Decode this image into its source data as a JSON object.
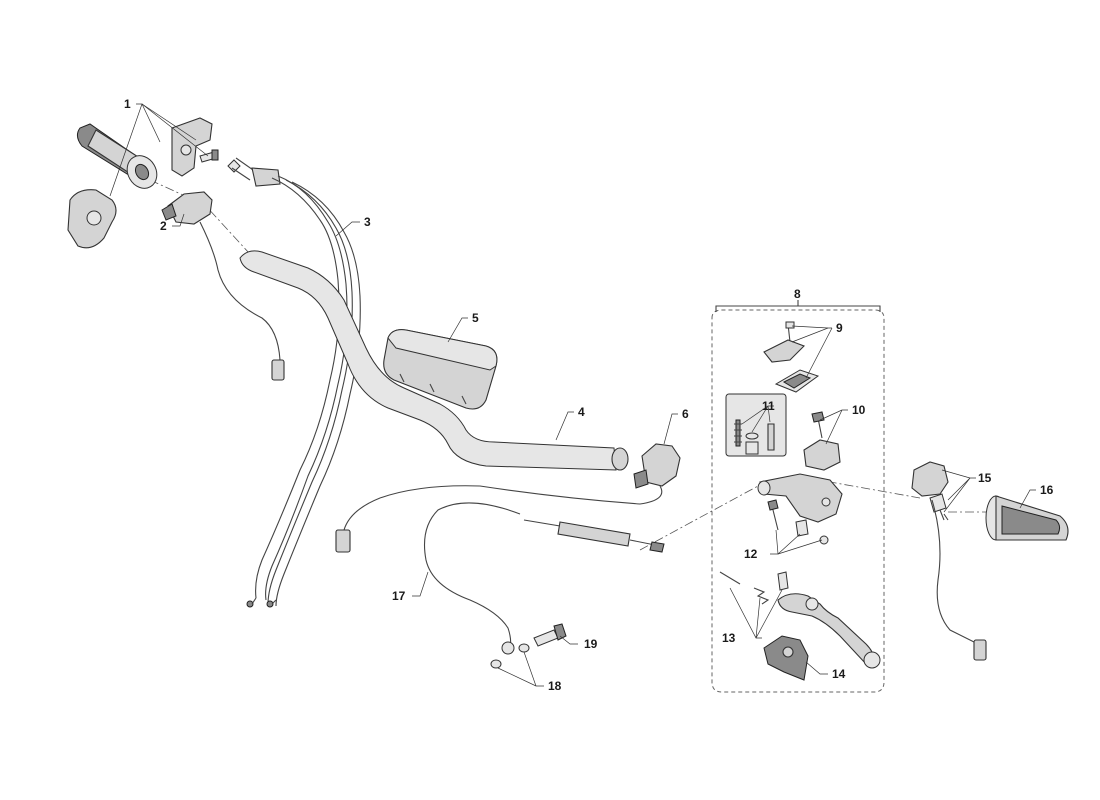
{
  "callouts": {
    "c1": "1",
    "c2": "2",
    "c3": "3",
    "c4": "4",
    "c5": "5",
    "c6": "6",
    "c8": "8",
    "c9": "9",
    "c10": "10",
    "c11": "11",
    "c12": "12",
    "c13": "13",
    "c14": "14",
    "c15": "15",
    "c16": "16",
    "c17": "17",
    "c18": "18",
    "c19": "19"
  }
}
